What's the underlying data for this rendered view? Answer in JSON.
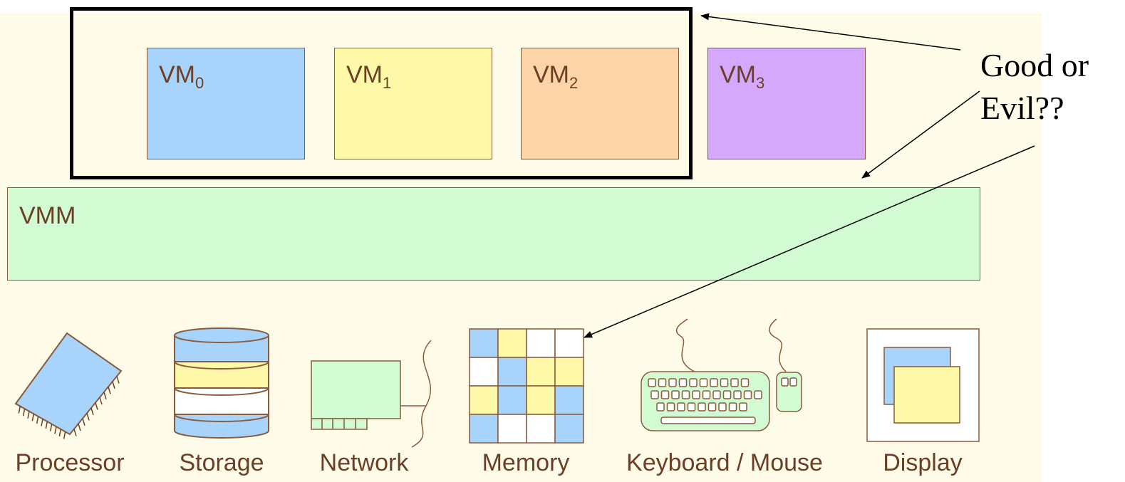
{
  "vms": [
    {
      "name": "VM",
      "sub": "0",
      "color": "#a8d4fb"
    },
    {
      "name": "VM",
      "sub": "1",
      "color": "#fdf9a8"
    },
    {
      "name": "VM",
      "sub": "2",
      "color": "#fdd3a8"
    },
    {
      "name": "VM",
      "sub": "3",
      "color": "#d6a8fb"
    }
  ],
  "vmm": {
    "label": "VMM"
  },
  "hardware": {
    "processor": "Processor",
    "storage": "Storage",
    "network": "Network",
    "memory": "Memory",
    "keyboard_mouse": "Keyboard / Mouse",
    "display": "Display"
  },
  "question": {
    "line1": "Good or",
    "line2": "Evil??"
  },
  "colors": {
    "outline": "#8a5a3c",
    "green": "#d3fbd3",
    "blue": "#a8d4fb",
    "yellow": "#fdf9a8",
    "background": "#fffbe9"
  }
}
